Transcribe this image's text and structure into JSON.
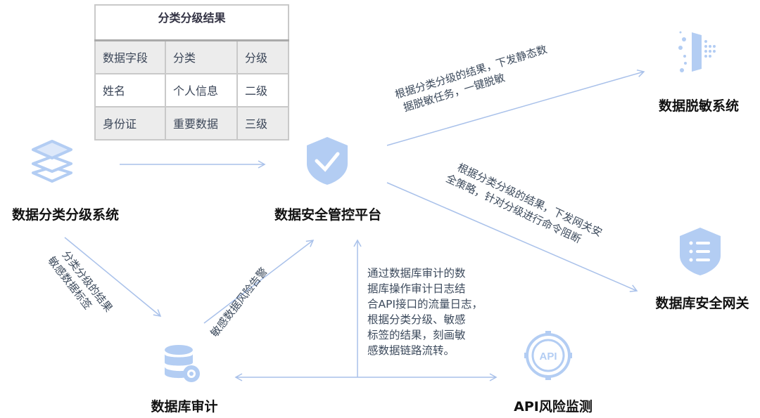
{
  "table": {
    "title": "分类分级结果",
    "headers": [
      "数据字段",
      "分类",
      "分级"
    ],
    "rows": [
      [
        "姓名",
        "个人信息",
        "二级"
      ],
      [
        "身份证",
        "重要数据",
        "三级"
      ]
    ]
  },
  "nodes": {
    "classification": "数据分类分级系统",
    "platform": "数据安全管控平台",
    "desensitization": "数据脱敏系统",
    "gateway": "数据库安全网关",
    "db_audit": "数据库审计",
    "api_monitor": "API风险监测",
    "api_icon_text": "API"
  },
  "edges": {
    "to_desensitization": [
      "根据分类分级的结果，下发静态数",
      "据脱敏任务，一键脱敏"
    ],
    "to_gateway": [
      "根据分类分级的结果，下发网关安",
      "全策略，针对分级进行命令阻断"
    ],
    "to_db_audit": [
      "分类分级的结果",
      "敏感数据标签"
    ],
    "audit_to_platform": "敏感数据风险告警",
    "audit_api_description": [
      "通过数据库审计的数",
      "据库操作审计日志结",
      "合API接口的流量日志，",
      "根据分类分级、敏感",
      "标签的结果，刻画敏",
      "感数据链路流转。"
    ]
  },
  "colors": {
    "icon": "#b3cdf3",
    "arrow": "#a9c1ea",
    "text": "#3c4a5c"
  }
}
